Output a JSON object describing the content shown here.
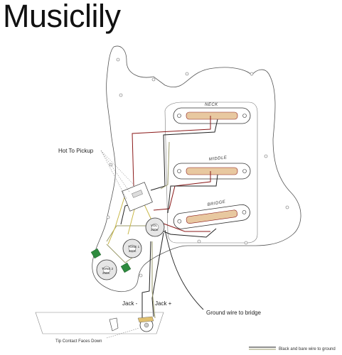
{
  "brand": "Musiclily",
  "labels": {
    "hot_to_pickup": "Hot To Pickup",
    "jack_minus": "Jack -",
    "jack_plus": "Jack +",
    "ground_to_bridge": "Ground wire to bridge",
    "tip_contact": "Tip Contact Faces Down",
    "legend_ground": "Black and bare wire to ground"
  },
  "pickups": {
    "neck": "NECK",
    "middle": "MIDDLE",
    "bridge": "BRIDGE"
  },
  "pots": {
    "volume_name": "VOL",
    "volume_value": "250K",
    "tone1_name": "TONE 1",
    "tone1_value": "250K",
    "tone2_name": "TONE 2",
    "tone2_value": "250K"
  },
  "colors": {
    "hot_wire": "#8b1a1a",
    "ground_wire": "#222222",
    "bare_wire": "#9a9a6a",
    "yellow_wire": "#c9b84a",
    "green_wire": "#2e8b3e",
    "pickup_bobbin": "#e8c8a0"
  }
}
